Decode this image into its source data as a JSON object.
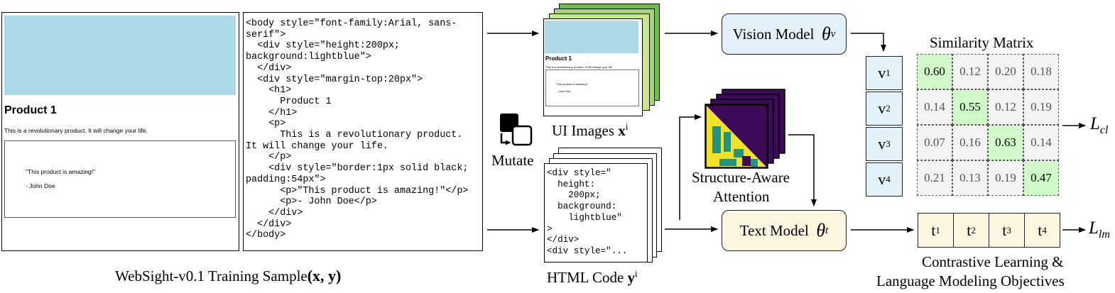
{
  "colors": {
    "lightblue": "#add8e6",
    "vision_fill": "#e3f1fb",
    "text_fill": "#fcf5e0",
    "diag_green": "#d0f8c8",
    "offdiag_grey": "#f3f3f3",
    "card_green_1": "#6dbf4a",
    "card_green_2": "#a7d676",
    "card_green_3": "#c9e68d",
    "attn_purple": "#3d0a5a",
    "attn_yellow": "#f3e126",
    "attn_teal": "#24947f"
  },
  "sample": {
    "title": "Product 1",
    "text": "This is a revolutionary product. It will change your life.",
    "quote": "\"This product is amazing!\"",
    "author": "- John Doe"
  },
  "code": {
    "text": "<body style=\"font-family:Arial, sans-\nserif\">\n  <div style=\"height:200px;\nbackground:lightblue\">\n  </div>\n  <div style=\"margin-top:20px\">\n    <h1>\n      Product 1\n    </h1>\n    <p>\n      This is a revolutionary product.\nIt will change your life.\n    </p>\n    <div style=\"border:1px solid black;\npadding:54px\">\n      <p>\"This product is amazing!\"</p>\n      <p>- John Doe</p>\n    </div>\n  </div>\n</body>"
  },
  "ui_card": {
    "title": "Product 1",
    "text": "This is a revolutionary product. It will change your life.",
    "quote": "\"This product is amazing!\"",
    "author": "- John Doe"
  },
  "html_card": {
    "text": "<div style=\"\n  height:\n    200px;\n  background:\n    lightblue\"\n>\n</div>\n<div style=\"..."
  },
  "labels": {
    "sample_caption": "WebSight-v0.1 Training Sample",
    "sample_tuple": "(x, y)",
    "ui_images": "UI Images",
    "ui_images_sym": "x",
    "ui_images_sup": "i",
    "html_code": "HTML Code",
    "html_code_sym": "y",
    "html_code_sup": "i",
    "mutate": "Mutate",
    "attention_line1": "Structure-Aware",
    "attention_line2": "Attention",
    "objectives_line1": "Contrastive Learning &",
    "objectives_line2": "Language Modeling Objectives",
    "similarity_title": "Similarity Matrix",
    "loss_cl": "L",
    "loss_cl_sub": "cl",
    "loss_lm": "L",
    "loss_lm_sub": "lm"
  },
  "models": {
    "vision": "Vision Model",
    "vision_sym": "θ",
    "vision_sub": "v",
    "text": "Text Model",
    "text_sym": "θ",
    "text_sub": "t"
  },
  "vision_embeddings": [
    {
      "sym": "v",
      "sup": "1"
    },
    {
      "sym": "v",
      "sup": "2"
    },
    {
      "sym": "v",
      "sup": "3"
    },
    {
      "sym": "v",
      "sup": "4"
    }
  ],
  "text_embeddings": [
    {
      "sym": "t",
      "sup": "1"
    },
    {
      "sym": "t",
      "sup": "2"
    },
    {
      "sym": "t",
      "sup": "3"
    },
    {
      "sym": "t",
      "sup": "4"
    }
  ],
  "similarity_matrix": [
    [
      "0.60",
      "0.12",
      "0.20",
      "0.18"
    ],
    [
      "0.14",
      "0.55",
      "0.12",
      "0.19"
    ],
    [
      "0.07",
      "0.16",
      "0.63",
      "0.14"
    ],
    [
      "0.21",
      "0.13",
      "0.19",
      "0.47"
    ]
  ]
}
